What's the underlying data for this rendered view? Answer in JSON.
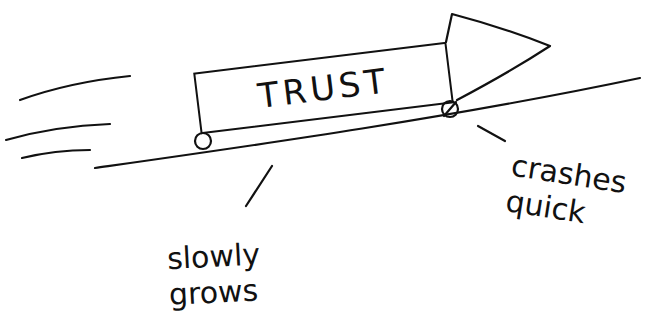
{
  "diagram": {
    "nodes": [
      {
        "text": [
          "TRUST"
        ]
      }
    ],
    "labels": [
      "slowly grows",
      "crashes quick"
    ]
  }
}
